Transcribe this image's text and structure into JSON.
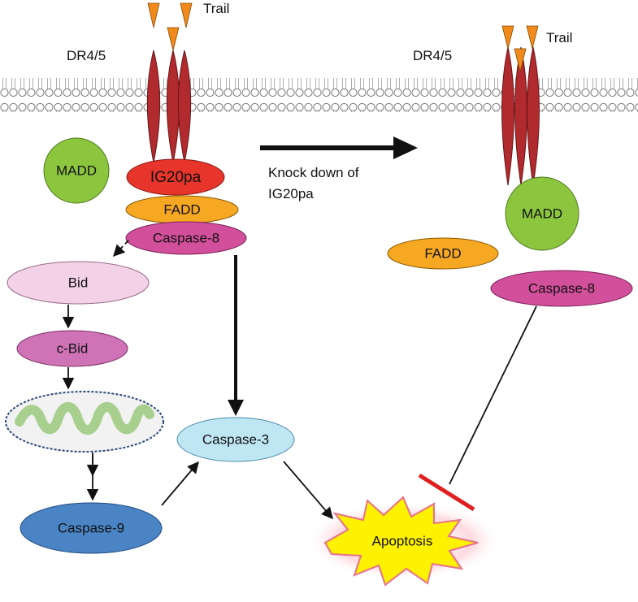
{
  "left": {
    "trail_label": "Trail",
    "receptor_label": "DR4/5",
    "madd": "MADD",
    "ig20pa": "IG20pa",
    "fadd": "FADD",
    "caspase8": "Caspase-8",
    "bid": "Bid",
    "cbid": "c-Bid",
    "caspase9": "Caspase-9",
    "caspase3": "Caspase-3",
    "apoptosis": "Apoptosis"
  },
  "transition": {
    "line1": "Knock down of",
    "line2": "IG20pa"
  },
  "right": {
    "trail_label": "Trail",
    "receptor_label": "DR4/5",
    "madd": "MADD",
    "fadd": "FADD",
    "caspase8": "Caspase-8"
  },
  "colors": {
    "receptor": "#b02a2e",
    "ligand": "#f08a1c",
    "madd": "#8cc63f",
    "ig20pa": "#e8352b",
    "fadd": "#f7a823",
    "caspase8": "#d24f9b",
    "bid": "#f3d2e8",
    "cbid": "#cf73b6",
    "caspase9": "#4a84c4",
    "caspase3": "#bfe6f3",
    "apoptosis": "#fff200",
    "inhibition": "#e02020"
  }
}
